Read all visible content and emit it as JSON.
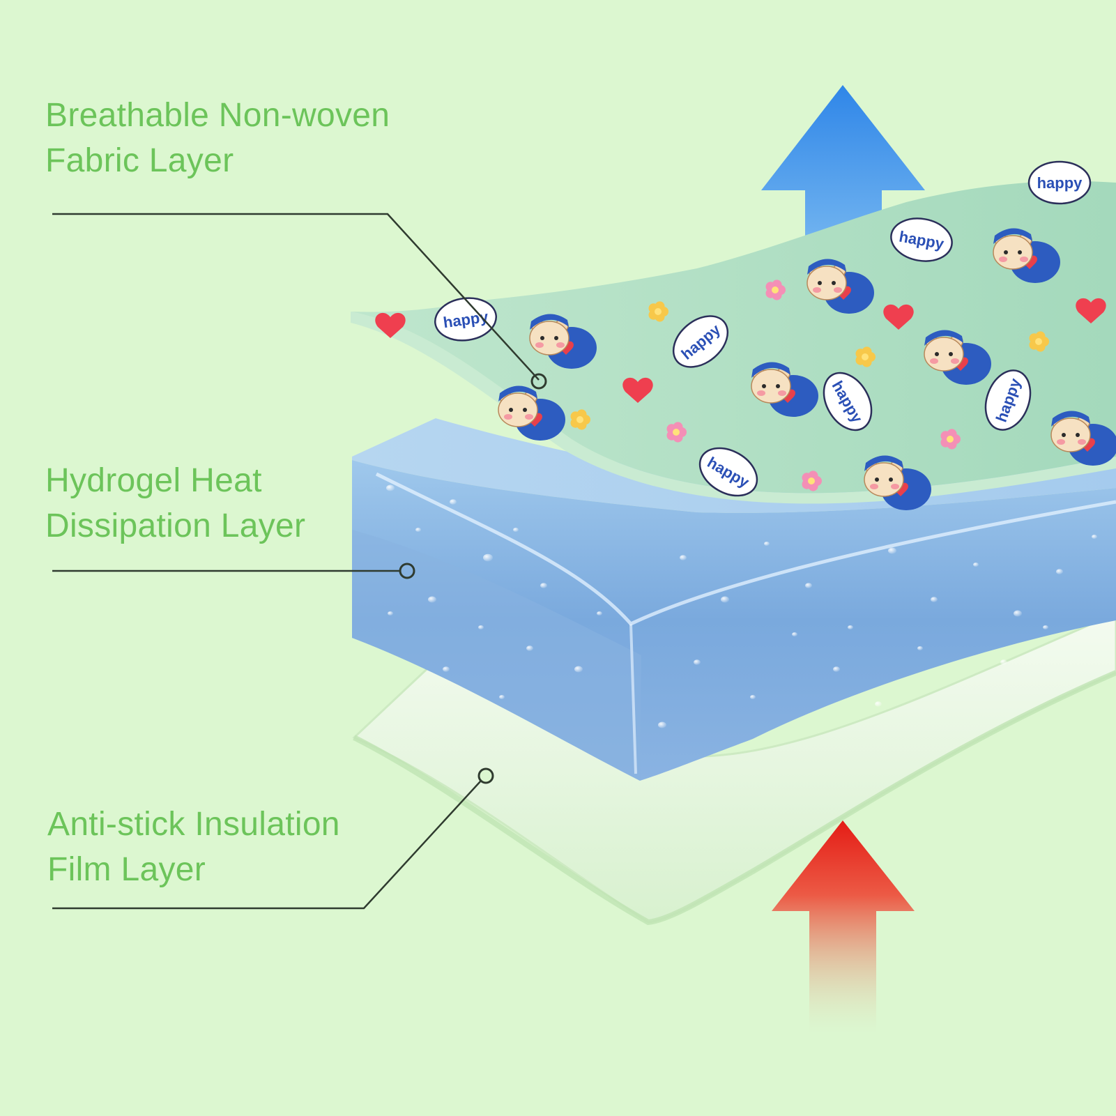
{
  "layers": [
    {
      "id": "fabric",
      "line1": "Breathable Non-woven",
      "line2": "Fabric Layer"
    },
    {
      "id": "hydrogel",
      "line1": "Hydrogel Heat",
      "line2": "Dissipation Layer"
    },
    {
      "id": "film",
      "line1": "Anti-stick Insulation",
      "line2": "Film Layer"
    }
  ],
  "pattern_word": "happy",
  "colors": {
    "background": "#dcf7d0",
    "label_text": "#6cc45a",
    "leader_line": "#2f3b2f",
    "arrow_up_cool": "#2f86e8",
    "arrow_up_warm": "#e41d16",
    "fabric": "#a9dcbf",
    "hydrogel": "#8cb8e6",
    "film": "#eef8e6"
  },
  "arrows": [
    {
      "name": "cool-air-up-arrow",
      "meaning": "heat dissipation upward"
    },
    {
      "name": "body-heat-up-arrow",
      "meaning": "body heat rising"
    }
  ]
}
